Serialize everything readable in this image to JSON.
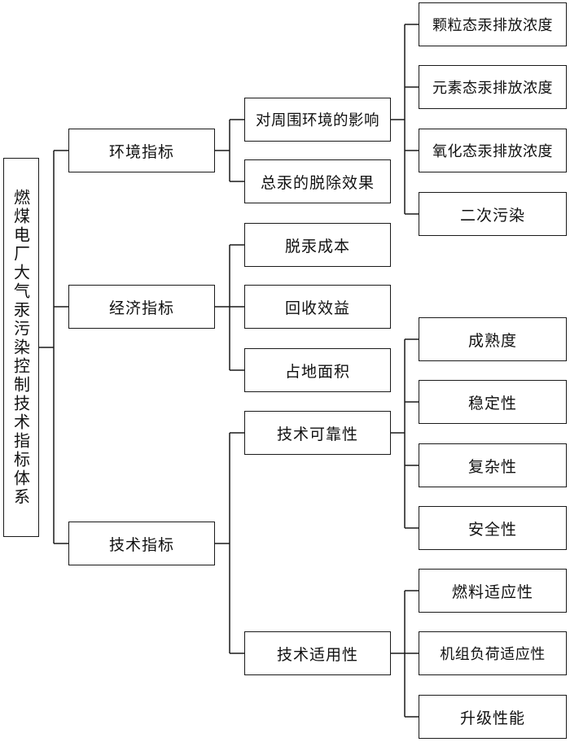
{
  "root": "燃煤电厂大气汞污染控制技术指标体系",
  "level1": {
    "env": "环境指标",
    "econ": "经济指标",
    "tech": "技术指标"
  },
  "level2": {
    "env_impact": "对周围环境的影响",
    "env_total": "总汞的脱除效果",
    "econ_cost": "脱汞成本",
    "econ_benefit": "回收效益",
    "econ_area": "占地面积",
    "tech_reliability": "技术可靠性",
    "tech_applicability": "技术适用性"
  },
  "level3": {
    "particulate": "颗粒态汞排放浓度",
    "elemental": "元素态汞排放浓度",
    "oxidized": "氧化态汞排放浓度",
    "secondary": "二次污染",
    "maturity": "成熟度",
    "stability": "稳定性",
    "complexity": "复杂性",
    "safety": "安全性",
    "fuel_fit": "燃料适应性",
    "load_fit": "机组负荷适应性",
    "upgrade": "升级性能"
  }
}
